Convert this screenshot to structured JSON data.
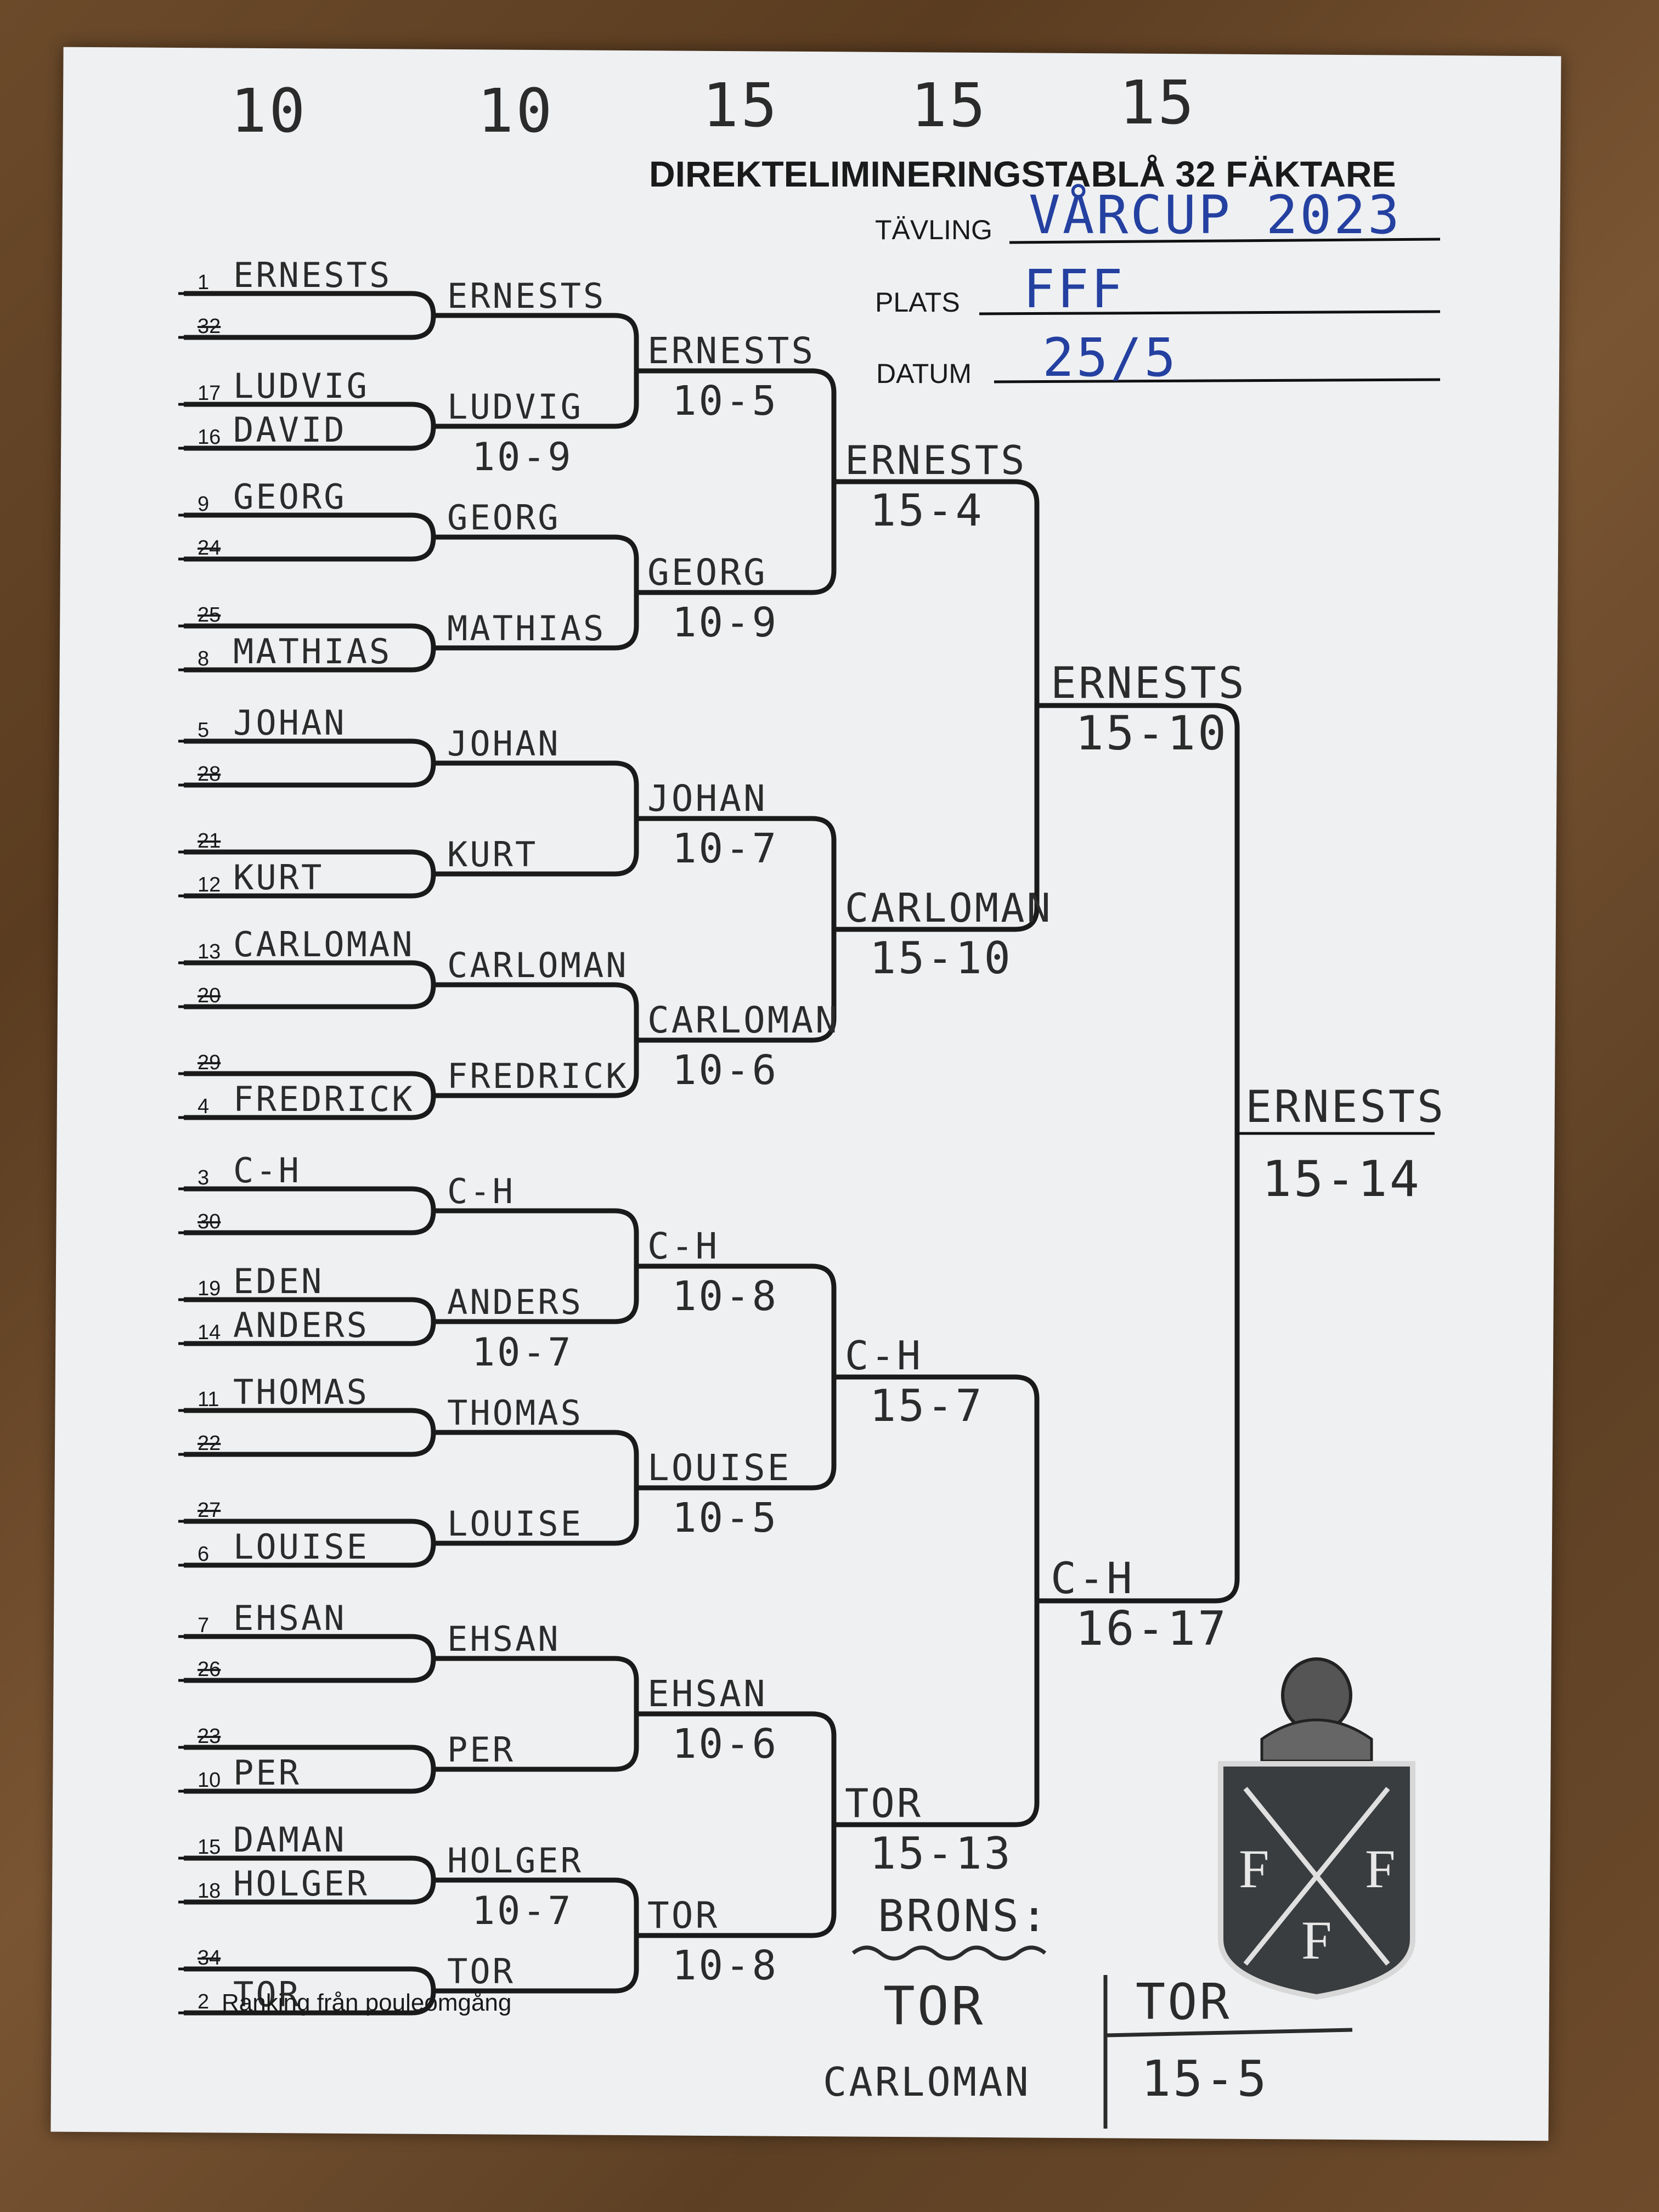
{
  "round_scores": [
    "10",
    "10",
    "15",
    "15",
    "15"
  ],
  "title": "DIREKTELIMINERINGSTABLÅ 32 FÄKTARE",
  "form": {
    "tavling_label": "TÄVLING",
    "tavling_value": "VÅRCUP 2023",
    "plats_label": "PLATS",
    "plats_value": "FFF",
    "datum_label": "DATUM",
    "datum_value": "25/5"
  },
  "round1": [
    {
      "seed": "1",
      "name": "ERNESTS"
    },
    {
      "seed": "32",
      "name": ""
    },
    {
      "seed": "17",
      "name": "LUDVIG"
    },
    {
      "seed": "16",
      "name": "DAVID"
    },
    {
      "seed": "9",
      "name": "GEORG"
    },
    {
      "seed": "24",
      "name": ""
    },
    {
      "seed": "25",
      "name": ""
    },
    {
      "seed": "8",
      "name": "MATHIAS"
    },
    {
      "seed": "5",
      "name": "JOHAN"
    },
    {
      "seed": "28",
      "name": ""
    },
    {
      "seed": "21",
      "name": ""
    },
    {
      "seed": "12",
      "name": "KURT"
    },
    {
      "seed": "13",
      "name": "CARLOMAN"
    },
    {
      "seed": "20",
      "name": ""
    },
    {
      "seed": "29",
      "name": ""
    },
    {
      "seed": "4",
      "name": "FREDRICK"
    },
    {
      "seed": "3",
      "name": "C-H"
    },
    {
      "seed": "30",
      "name": ""
    },
    {
      "seed": "19",
      "name": "EDEN"
    },
    {
      "seed": "14",
      "name": "ANDERS"
    },
    {
      "seed": "11",
      "name": "THOMAS"
    },
    {
      "seed": "22",
      "name": ""
    },
    {
      "seed": "27",
      "name": ""
    },
    {
      "seed": "6",
      "name": "LOUISE"
    },
    {
      "seed": "7",
      "name": "EHSAN"
    },
    {
      "seed": "26",
      "name": ""
    },
    {
      "seed": "23",
      "name": ""
    },
    {
      "seed": "10",
      "name": "PER"
    },
    {
      "seed": "15",
      "name": "DAMAN"
    },
    {
      "seed": "18",
      "name": "HOLGER"
    },
    {
      "seed": "34",
      "name": ""
    },
    {
      "seed": "2",
      "name": "TOR"
    }
  ],
  "round2": [
    {
      "name": "ERNESTS",
      "score": ""
    },
    {
      "name": "LUDVIG",
      "score": "10-9"
    },
    {
      "name": "GEORG",
      "score": ""
    },
    {
      "name": "MATHIAS",
      "score": ""
    },
    {
      "name": "JOHAN",
      "score": ""
    },
    {
      "name": "KURT",
      "score": ""
    },
    {
      "name": "CARLOMAN",
      "score": ""
    },
    {
      "name": "FREDRICK",
      "score": ""
    },
    {
      "name": "C-H",
      "score": ""
    },
    {
      "name": "ANDERS",
      "score": "10-7"
    },
    {
      "name": "THOMAS",
      "score": ""
    },
    {
      "name": "LOUISE",
      "score": ""
    },
    {
      "name": "EHSAN",
      "score": ""
    },
    {
      "name": "PER",
      "score": ""
    },
    {
      "name": "HOLGER",
      "score": "10-7"
    },
    {
      "name": "TOR",
      "score": ""
    }
  ],
  "round3": [
    {
      "name": "ERNESTS",
      "score": "10-5"
    },
    {
      "name": "GEORG",
      "score": "10-9"
    },
    {
      "name": "JOHAN",
      "score": "10-7"
    },
    {
      "name": "CARLOMAN",
      "score": "10-6"
    },
    {
      "name": "C-H",
      "score": "10-8"
    },
    {
      "name": "LOUISE",
      "score": "10-5"
    },
    {
      "name": "EHSAN",
      "score": "10-6"
    },
    {
      "name": "TOR",
      "score": "10-8"
    }
  ],
  "round4": [
    {
      "name": "ERNESTS",
      "score": "15-4"
    },
    {
      "name": "CARLOMAN",
      "score": "15-10"
    },
    {
      "name": "C-H",
      "score": "15-7"
    },
    {
      "name": "TOR",
      "score": "15-13"
    }
  ],
  "round5": [
    {
      "name": "ERNESTS",
      "score": "15-10"
    },
    {
      "name": "C-H",
      "score": "16-17"
    }
  ],
  "final": {
    "name": "ERNESTS",
    "score": "15-14"
  },
  "bronze": {
    "label": "BRONS:",
    "player1": "TOR",
    "player2": "CARLOMAN",
    "winner": "TOR",
    "score": "15-5"
  },
  "footer": "Ranking från pouleomgång",
  "logo": {
    "letters": [
      "F",
      "F",
      "F"
    ]
  }
}
